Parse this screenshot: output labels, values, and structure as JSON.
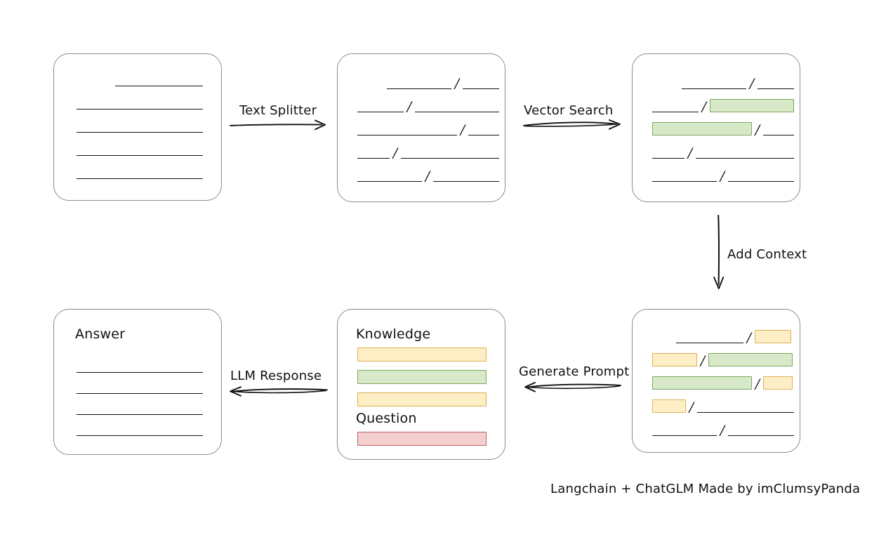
{
  "diagram": {
    "footer": "Langchain + ChatGLM Made by imClumsyPanda",
    "colors": {
      "green_fill": "#d7e9c9",
      "green_border": "#7aa85c",
      "yellow_fill": "#fdeec6",
      "yellow_border": "#ddb052",
      "red_fill": "#f3cfcf",
      "red_border": "#c06464",
      "box_border": "#8c8c8c",
      "stroke": "#111111"
    },
    "separator": "/",
    "boxes": {
      "source_document": {
        "name": "source-document",
        "title": "",
        "lines": [
          {
            "segments": [
              {
                "type": "gap",
                "width": 56
              },
              {
                "type": "rule",
                "width": 154
              }
            ]
          },
          {
            "segments": [
              {
                "type": "rule",
                "width": 182
              }
            ]
          },
          {
            "segments": [
              {
                "type": "rule",
                "width": 182
              }
            ]
          },
          {
            "segments": [
              {
                "type": "rule",
                "width": 182
              }
            ]
          },
          {
            "segments": [
              {
                "type": "rule",
                "width": 182
              }
            ]
          }
        ]
      },
      "split_chunks": {
        "name": "split-chunks",
        "title": "",
        "lines": [
          {
            "segments": [
              {
                "type": "gap",
                "width": 56
              },
              {
                "type": "rule",
                "width": 92
              },
              {
                "type": "slash"
              },
              {
                "type": "rule",
                "width": 52
              }
            ]
          },
          {
            "segments": [
              {
                "type": "rule",
                "width": 68
              },
              {
                "type": "slash"
              },
              {
                "type": "rule",
                "width": 118
              }
            ]
          },
          {
            "segments": [
              {
                "type": "rule",
                "width": 142
              },
              {
                "type": "slash"
              },
              {
                "type": "rule",
                "width": 44
              }
            ]
          },
          {
            "segments": [
              {
                "type": "rule",
                "width": 48
              },
              {
                "type": "slash"
              },
              {
                "type": "rule",
                "width": 138
              }
            ]
          },
          {
            "segments": [
              {
                "type": "rule",
                "width": 94
              },
              {
                "type": "slash"
              },
              {
                "type": "rule",
                "width": 92
              }
            ]
          }
        ]
      },
      "matched_chunks": {
        "name": "matched-chunks",
        "title": "",
        "lines": [
          {
            "segments": [
              {
                "type": "gap",
                "width": 56
              },
              {
                "type": "rule",
                "width": 92
              },
              {
                "type": "slash"
              },
              {
                "type": "rule",
                "width": 52
              }
            ]
          },
          {
            "segments": [
              {
                "type": "rule",
                "width": 68
              },
              {
                "type": "slash"
              },
              {
                "type": "chip-green",
                "width": 118
              }
            ]
          },
          {
            "segments": [
              {
                "type": "chip-green",
                "width": 142
              },
              {
                "type": "slash"
              },
              {
                "type": "rule",
                "width": 44
              }
            ]
          },
          {
            "segments": [
              {
                "type": "rule",
                "width": 48
              },
              {
                "type": "slash"
              },
              {
                "type": "rule",
                "width": 138
              }
            ]
          },
          {
            "segments": [
              {
                "type": "rule",
                "width": 94
              },
              {
                "type": "slash"
              },
              {
                "type": "rule",
                "width": 92
              }
            ]
          }
        ]
      },
      "context_chunks": {
        "name": "context-chunks",
        "title": "",
        "lines": [
          {
            "segments": [
              {
                "type": "gap",
                "width": 56
              },
              {
                "type": "rule",
                "width": 92
              },
              {
                "type": "slash"
              },
              {
                "type": "chip-yellow",
                "width": 52
              }
            ]
          },
          {
            "segments": [
              {
                "type": "chip-yellow",
                "width": 68
              },
              {
                "type": "slash"
              },
              {
                "type": "chip-green",
                "width": 118
              }
            ]
          },
          {
            "segments": [
              {
                "type": "chip-green",
                "width": 142
              },
              {
                "type": "slash"
              },
              {
                "type": "chip-yellow",
                "width": 44
              }
            ]
          },
          {
            "segments": [
              {
                "type": "chip-yellow",
                "width": 48
              },
              {
                "type": "slash"
              },
              {
                "type": "rule",
                "width": 138
              }
            ]
          },
          {
            "segments": [
              {
                "type": "rule",
                "width": 94
              },
              {
                "type": "slash"
              },
              {
                "type": "rule",
                "width": 92
              }
            ]
          }
        ]
      },
      "prompt": {
        "name": "prompt-box",
        "knowledge_label": "Knowledge",
        "question_label": "Question",
        "knowledge_bars": [
          {
            "color": "yellow"
          },
          {
            "color": "green"
          },
          {
            "color": "yellow"
          }
        ],
        "question_bars": [
          {
            "color": "red"
          }
        ]
      },
      "answer": {
        "name": "answer-box",
        "title": "Answer",
        "lines": [
          {
            "segments": [
              {
                "type": "rule",
                "width": 182
              }
            ]
          },
          {
            "segments": [
              {
                "type": "rule",
                "width": 182
              }
            ]
          },
          {
            "segments": [
              {
                "type": "rule",
                "width": 182
              }
            ]
          },
          {
            "segments": [
              {
                "type": "rule",
                "width": 182
              }
            ]
          }
        ]
      }
    },
    "arrows": [
      {
        "name": "text-splitter-arrow",
        "label": "Text Splitter",
        "direction": "right"
      },
      {
        "name": "vector-search-arrow",
        "label": "Vector Search",
        "direction": "right"
      },
      {
        "name": "add-context-arrow",
        "label": "Add Context",
        "direction": "down"
      },
      {
        "name": "generate-prompt-arrow",
        "label": "Generate Prompt",
        "direction": "left"
      },
      {
        "name": "llm-response-arrow",
        "label": "LLM Response",
        "direction": "left"
      }
    ]
  }
}
